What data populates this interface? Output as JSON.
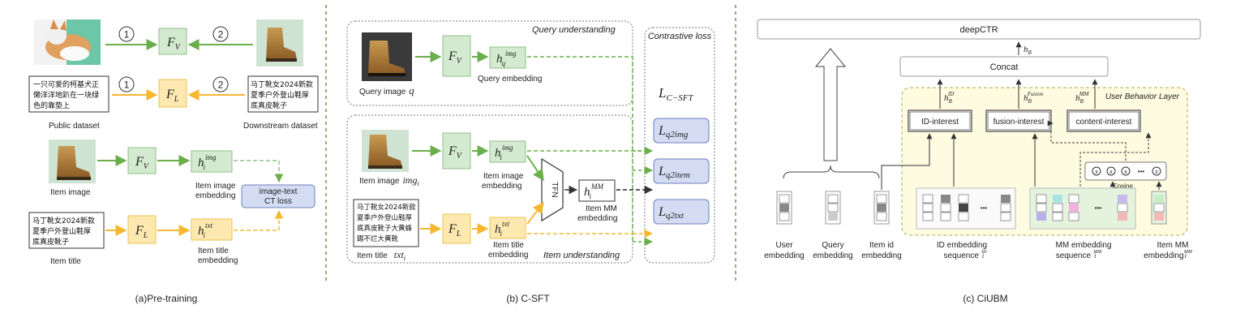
{
  "colors": {
    "green": "#6aaf4a",
    "green_box_fill": "#d4ead0",
    "green_box_stroke": "#8fc08a",
    "yellow": "#f5b830",
    "yellow_box_fill": "#fde9b0",
    "yellow_box_stroke": "#f0c050",
    "blue_box_fill": "#d3dcf3",
    "blue_box_stroke": "#6c80c0",
    "separator": "#a47a4a",
    "cream_fill": "#fdfbe0",
    "cream_stroke": "#b8a850",
    "pale_green": "#e4f2de"
  },
  "panel_a": {
    "caption": "(a)Pre-training",
    "step1": "1",
    "step2": "2",
    "fv": "F",
    "fv_sub": "V",
    "fl": "F",
    "fl_sub": "L",
    "public_text": "一只可爱的柯基犬正 懒洋洋地趴在一块绿 色的靠垫上",
    "public_label": "Public dataset",
    "downstream_text": "马丁靴女2024新款 夏季户外登山鞋厚 底真皮靴子",
    "downstream_label": "Downstream dataset",
    "item_image_label": "Item image",
    "item_title_label": "Item title",
    "item_title_text": "马丁靴女2024新款 夏季户外登山鞋厚 底真皮靴子",
    "h_img": "h",
    "h_img_sup": "img",
    "h_img_sub": "i",
    "h_img_caption": "Item image embedding",
    "h_txt": "h",
    "h_txt_sup": "txt",
    "h_txt_sub": "i",
    "h_txt_caption": "Item title embedding",
    "ct_loss": "image-text CT loss",
    "img_puppy": "corgi-puppy-photo",
    "img_boot": "leather-boot-photo"
  },
  "panel_b": {
    "caption": "(b) C-SFT",
    "query_understanding": "Query understanding",
    "item_understanding": "Item understanding",
    "contrastive_loss": "Contrastive loss",
    "query_image_label": "Query image",
    "query_image_var": "q",
    "query_embedding_caption": "Query embedding",
    "h_q": "h",
    "h_q_sub": "q",
    "h_q_sup": "img",
    "item_image_label": "Item image",
    "item_image_var": "img",
    "item_image_var_sub": "i",
    "item_image_embedding": "Item image embedding",
    "item_title_text": "马丁靴女2024新款 夏季户外登山鞋厚 底真皮靴子大黄蜂 踢不烂大黄靴",
    "item_title_label": "Item title",
    "item_title_var": "txt",
    "item_title_var_sub": "i",
    "item_title_embedding": "Item title embedding",
    "tfn": "TFN",
    "h_mm": "h",
    "h_mm_sub": "i",
    "h_mm_sup": "MM",
    "item_mm_embedding": "Item MM embedding",
    "l_csft": "L",
    "l_csft_sub": "C−SFT",
    "l_q2img": "L",
    "l_q2img_sub": "q2img",
    "l_q2item": "L",
    "l_q2item_sub": "q2item",
    "l_q2txt": "L",
    "l_q2txt_sub": "q2txt"
  },
  "panel_c": {
    "caption": "(c) CiUBM",
    "deepctr": "deepCTR",
    "concat": "Concat",
    "h_b": "h",
    "h_b_sub": "B",
    "user_behavior_layer": "User Behavior Layer",
    "id_interest": "ID-interest",
    "fusion_interest": "fusion-interest",
    "content_interest": "content-interest",
    "hb_id_sup": "ID",
    "hb_fusion_sup": "Fusion",
    "hb_mm_sup": "MM",
    "cosine": "Cosine",
    "ellipsis": "•••",
    "user_embedding": "User embedding",
    "query_embedding": "Query embedding",
    "item_id_embedding": "Item id embedding",
    "id_seq_label": "ID embedding sequence",
    "id_seq_sub": "i",
    "id_seq_sup": "ID",
    "mm_seq_label": "MM  embedding sequence",
    "mm_seq_sub": "i",
    "mm_seq_sup": "MM",
    "item_mm_label": "Item MM embedding",
    "item_mm_sub": "i",
    "item_mm_sup": "MM"
  }
}
